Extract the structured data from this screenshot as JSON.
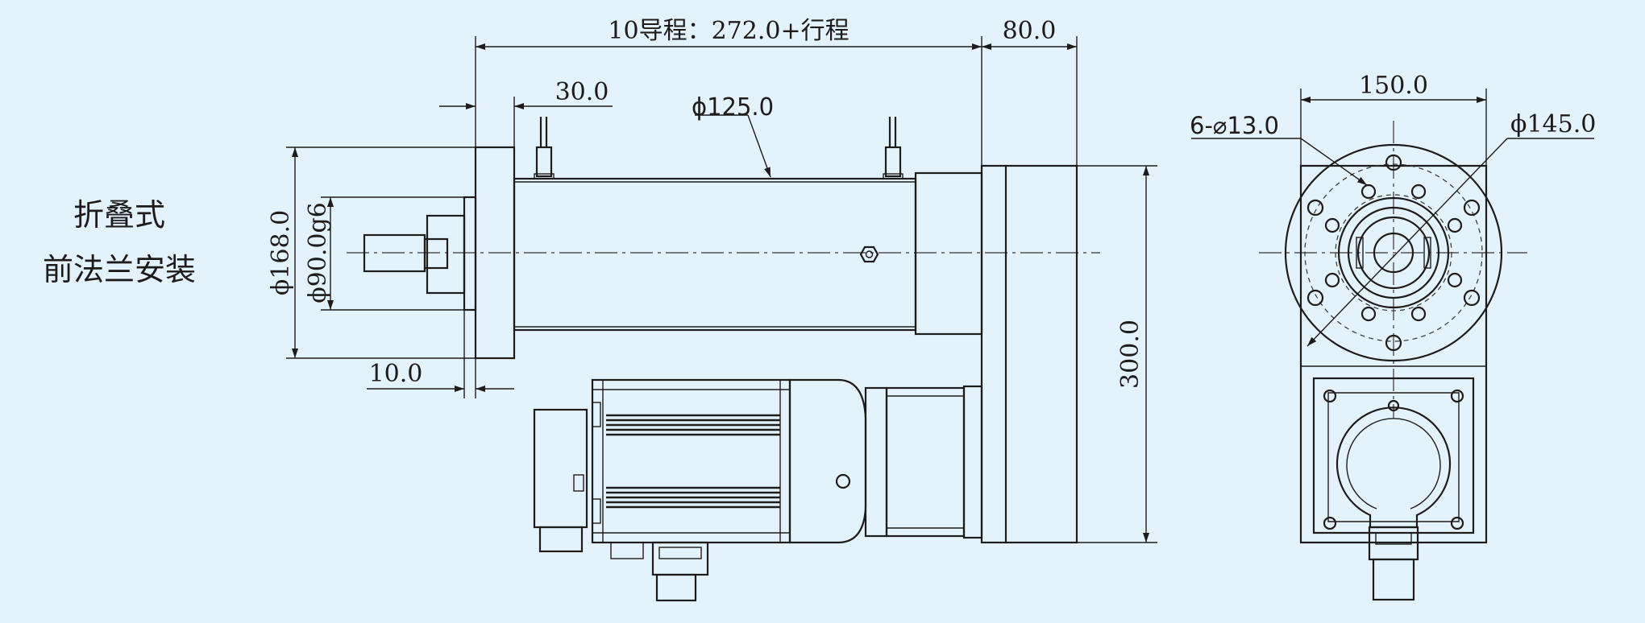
{
  "caption": {
    "line1": "折叠式",
    "line2": "前法兰安装"
  },
  "dimensions": {
    "stroke_length": "10导程：272.0+行程",
    "rear_width": "80.0",
    "flange_offset": "30.0",
    "body_diameter": "ϕ125.0",
    "flange_diameter": "ϕ168.0",
    "spigot_diameter": "ϕ90.0g6",
    "spigot_length": "10.0",
    "total_height": "300.0",
    "flange_width": "150.0",
    "hole_pattern": "6-⌀13.0",
    "pcd": "ϕ145.0"
  }
}
